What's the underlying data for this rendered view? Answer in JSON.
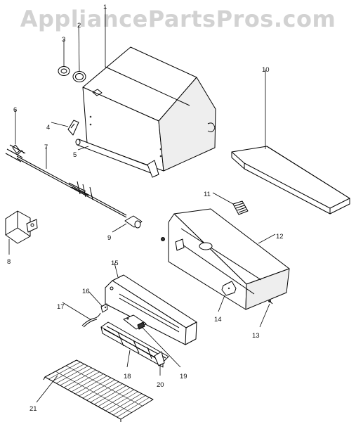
{
  "watermark": "AppliancePartsPros.com",
  "callouts": [
    {
      "id": "1",
      "text": "1"
    },
    {
      "id": "2",
      "text": "2"
    },
    {
      "id": "3",
      "text": "3"
    },
    {
      "id": "4",
      "text": "4"
    },
    {
      "id": "5",
      "text": "5"
    },
    {
      "id": "6",
      "text": "6"
    },
    {
      "id": "7",
      "text": "7"
    },
    {
      "id": "8",
      "text": "8"
    },
    {
      "id": "9",
      "text": "9"
    },
    {
      "id": "10",
      "text": "10"
    },
    {
      "id": "11",
      "text": "11"
    },
    {
      "id": "12",
      "text": "12"
    },
    {
      "id": "13",
      "text": "13"
    },
    {
      "id": "14",
      "text": "14"
    },
    {
      "id": "15",
      "text": "15"
    },
    {
      "id": "16",
      "text": "16"
    },
    {
      "id": "17",
      "text": "17"
    },
    {
      "id": "18",
      "text": "18"
    },
    {
      "id": "19",
      "text": "19"
    },
    {
      "id": "20",
      "text": "20"
    },
    {
      "id": "21",
      "text": "21"
    }
  ]
}
